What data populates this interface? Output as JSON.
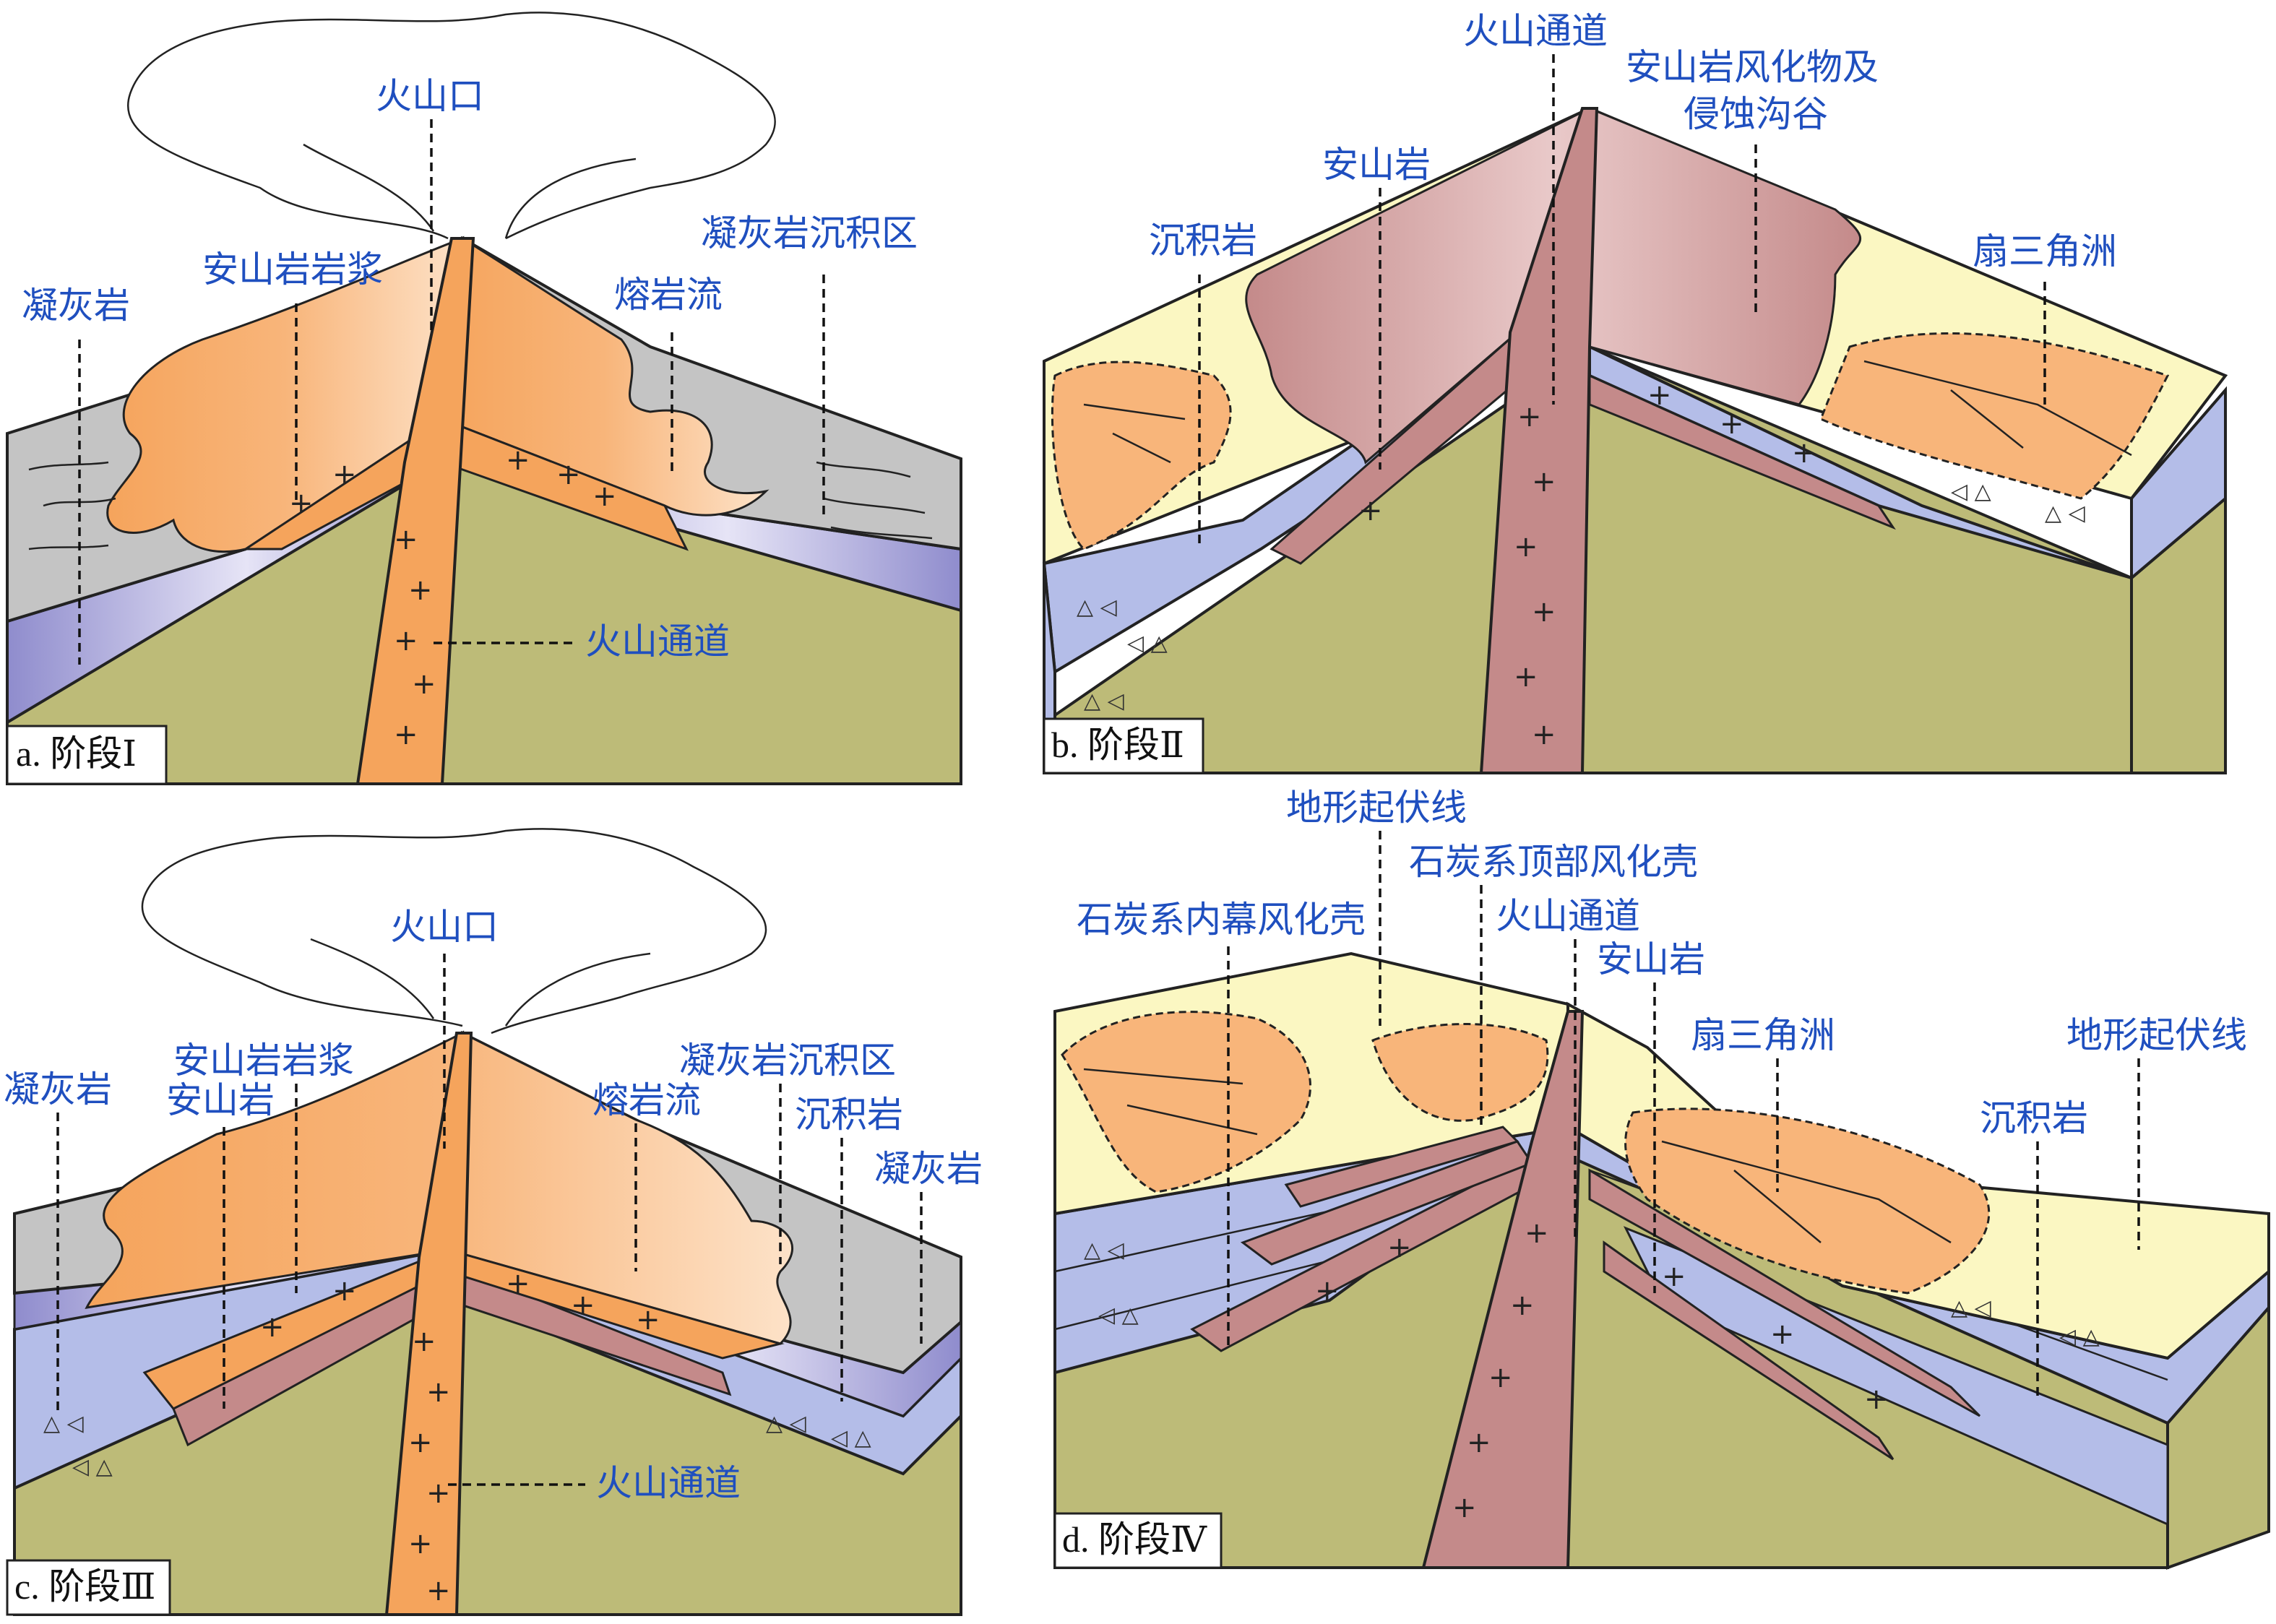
{
  "panels": {
    "a": {
      "tag": "a. 阶段Ⅰ",
      "labels": {
        "crater": "火山口",
        "tuff": "凝灰岩",
        "magma": "安山岩岩浆",
        "tuff_zone": "凝灰岩沉积区",
        "lava_flow": "熔岩流",
        "conduit": "火山通道"
      }
    },
    "b": {
      "tag": "b. 阶段Ⅱ",
      "labels": {
        "conduit": "火山通道",
        "weathering_1": "安山岩风化物及",
        "weathering_2": "侵蚀沟谷",
        "andesite": "安山岩",
        "sedimentary": "沉积岩",
        "fan_delta": "扇三角洲"
      }
    },
    "c": {
      "tag": "c. 阶段Ⅲ",
      "labels": {
        "crater": "火山口",
        "tuff_left": "凝灰岩",
        "magma": "安山岩岩浆",
        "andesite": "安山岩",
        "tuff_zone": "凝灰岩沉积区",
        "lava_flow": "熔岩流",
        "sedimentary": "沉积岩",
        "tuff_right": "凝灰岩",
        "conduit": "火山通道"
      }
    },
    "d": {
      "tag": "d. 阶段Ⅳ",
      "labels": {
        "terrain_top": "地形起伏线",
        "carb_top_crust": "石炭系顶部风化壳",
        "carb_inner_crust": "石炭系内幕风化壳",
        "conduit": "火山通道",
        "andesite": "安山岩",
        "fan_delta": "扇三角洲",
        "terrain_right": "地形起伏线",
        "sedimentary": "沉积岩"
      }
    }
  }
}
